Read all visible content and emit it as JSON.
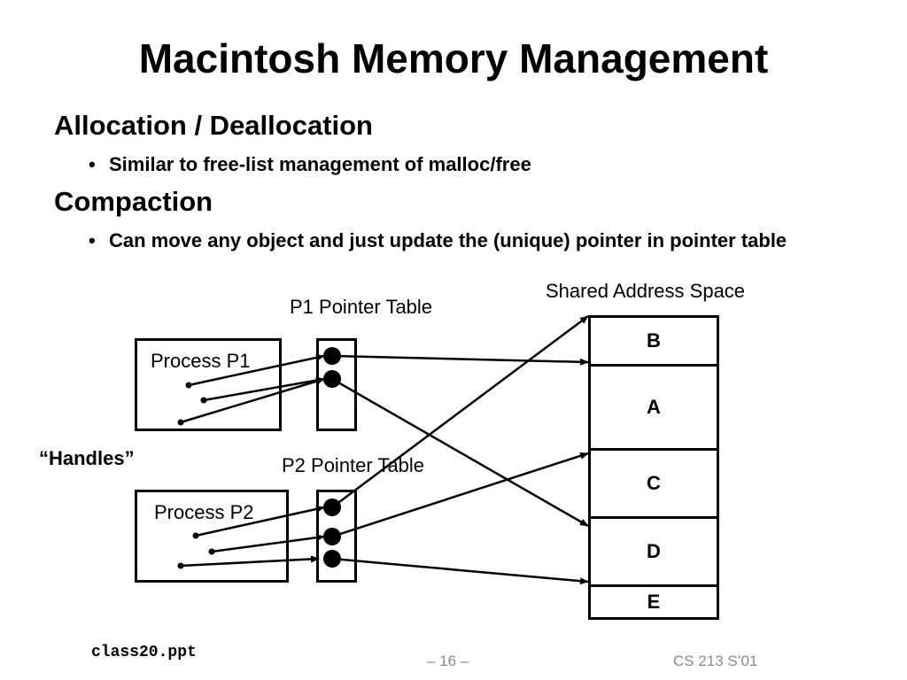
{
  "slide": {
    "title": "Macintosh Memory Management",
    "sections": [
      {
        "heading": "Allocation / Deallocation",
        "bullet": "Similar to free-list management of malloc/free"
      },
      {
        "heading": "Compaction",
        "bullet": "Can move any object and just update the (unique) pointer in pointer table"
      }
    ],
    "bullet_glyph": "•"
  },
  "diagram": {
    "shared_space_label": "Shared Address Space",
    "p1_table_label": "P1 Pointer Table",
    "p2_table_label": "P2 Pointer Table",
    "process_p1_label": "Process P1",
    "process_p2_label": "Process P2",
    "handles_label": "“Handles”",
    "blocks": [
      "B",
      "A",
      "C",
      "D",
      "E"
    ]
  },
  "footer": {
    "filename": "class20.ppt",
    "page": "– 16 –",
    "course": "CS 213 S’01"
  }
}
